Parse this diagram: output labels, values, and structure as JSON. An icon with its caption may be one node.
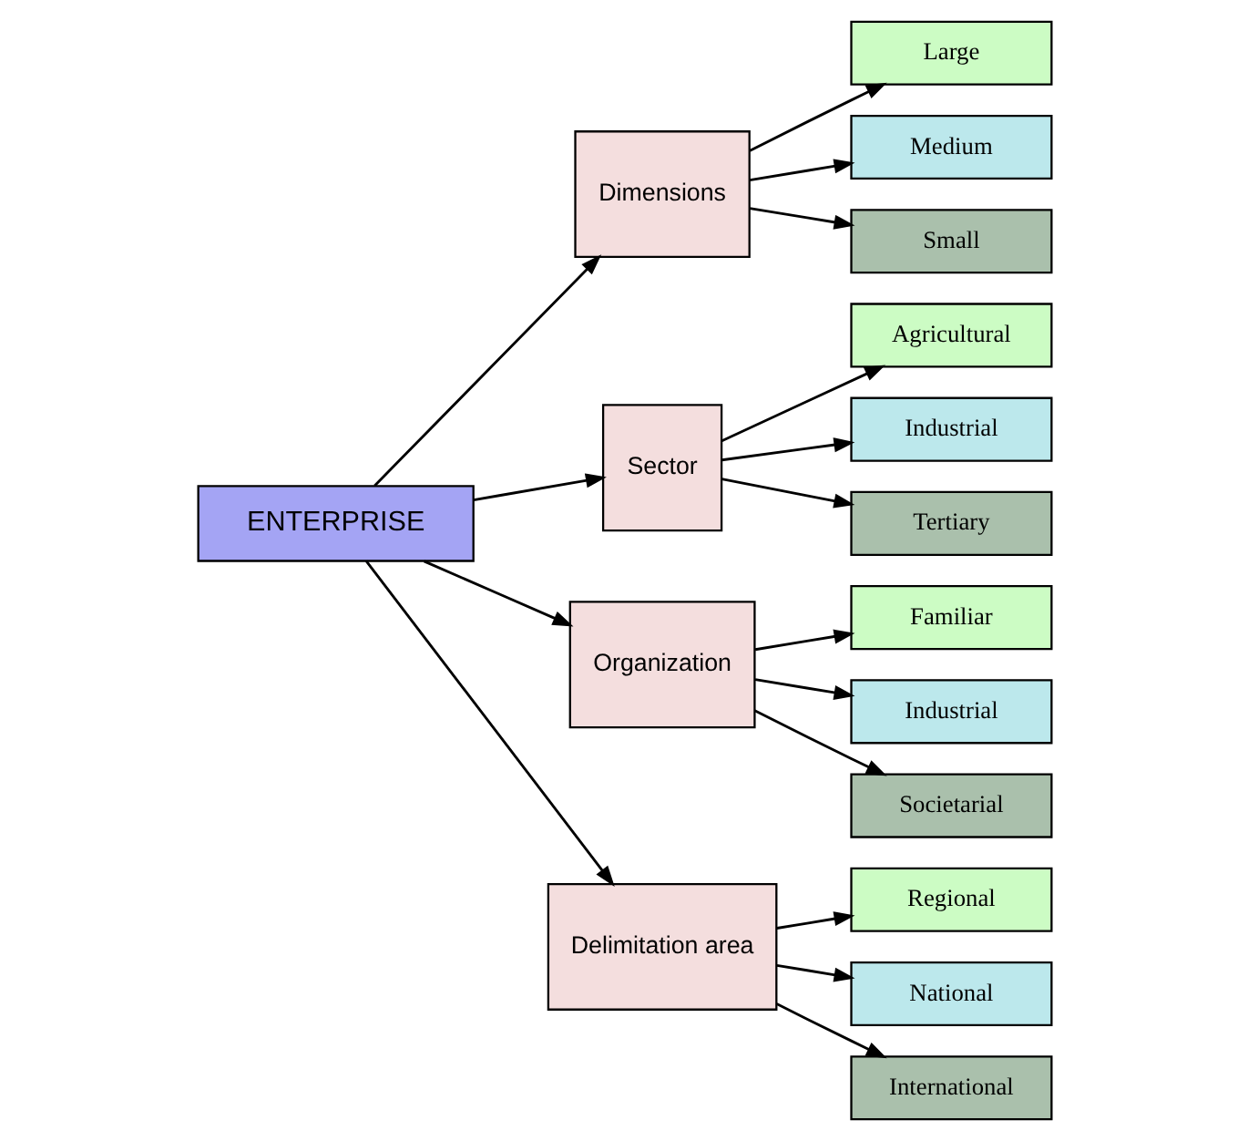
{
  "diagram": {
    "nodes": [
      {
        "text": [
          "ENTERPRISE"
        ]
      },
      {
        "text": [
          "Dimensions"
        ]
      },
      {
        "text": [
          "Sector"
        ]
      },
      {
        "text": [
          "Organization"
        ]
      },
      {
        "text": [
          "Delimitation area"
        ]
      },
      {
        "text": [
          "Large"
        ]
      },
      {
        "text": [
          "Medium"
        ]
      },
      {
        "text": [
          "Small"
        ]
      },
      {
        "text": [
          "Agricultural"
        ]
      },
      {
        "text": [
          "Industrial"
        ]
      },
      {
        "text": [
          "Tertiary"
        ]
      },
      {
        "text": [
          "Familiar"
        ]
      },
      {
        "text": [
          "Industrial"
        ]
      },
      {
        "text": [
          "Societarial"
        ]
      },
      {
        "text": [
          "Regional"
        ]
      },
      {
        "text": [
          "National"
        ]
      },
      {
        "text": [
          "International"
        ]
      }
    ],
    "edges": [
      {
        "from": 0,
        "to": 1,
        "arrow": "to"
      },
      {
        "from": 0,
        "to": 2,
        "arrow": "to"
      },
      {
        "from": 0,
        "to": 3,
        "arrow": "to"
      },
      {
        "from": 0,
        "to": 4,
        "arrow": "to"
      },
      {
        "from": 1,
        "to": 5,
        "arrow": "to"
      },
      {
        "from": 1,
        "to": 6,
        "arrow": "to"
      },
      {
        "from": 1,
        "to": 7,
        "arrow": "to"
      },
      {
        "from": 2,
        "to": 8,
        "arrow": "to"
      },
      {
        "from": 2,
        "to": 9,
        "arrow": "to"
      },
      {
        "from": 2,
        "to": 10,
        "arrow": "to"
      },
      {
        "from": 3,
        "to": 11,
        "arrow": "to"
      },
      {
        "from": 3,
        "to": 12,
        "arrow": "to"
      },
      {
        "from": 3,
        "to": 13,
        "arrow": "to"
      },
      {
        "from": 4,
        "to": 14,
        "arrow": "to"
      },
      {
        "from": 4,
        "to": 15,
        "arrow": "to"
      },
      {
        "from": 4,
        "to": 16,
        "arrow": "to"
      }
    ]
  }
}
